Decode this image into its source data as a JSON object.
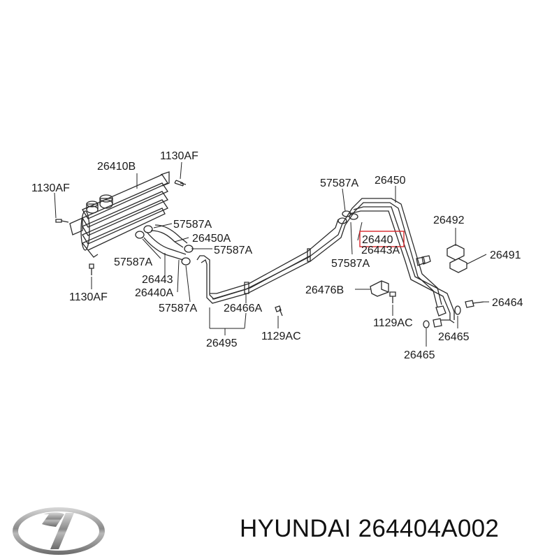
{
  "labels": {
    "l_1130af_top": "1130AF",
    "l_26410b": "26410B",
    "l_1130af_left": "1130AF",
    "l_1130af_bottom": "1130AF",
    "l_57587a_1": "57587A",
    "l_26450a": "26450A",
    "l_57587a_2": "57587A",
    "l_57587a_3": "57587A",
    "l_26443_left": "26443",
    "l_26440a": "26440A",
    "l_57587a_4": "57587A",
    "l_26466a": "26466A",
    "l_26495": "26495",
    "l_1129ac_1": "1129AC",
    "l_57587a_5": "57587A",
    "l_26450": "26450",
    "l_26440": "26440",
    "l_26443a": "26443A",
    "l_57587a_6": "57587A",
    "l_26492": "26492",
    "l_26491": "26491",
    "l_26476b": "26476B",
    "l_1129ac_2": "1129AC",
    "l_26464": "26464",
    "l_26465_1": "26465",
    "l_26465_2": "26465"
  },
  "brand": {
    "logo_icon": "hyundai-logo-icon",
    "text": "HYUNDAI 264404A002"
  },
  "highlight_color": "#d9262b"
}
